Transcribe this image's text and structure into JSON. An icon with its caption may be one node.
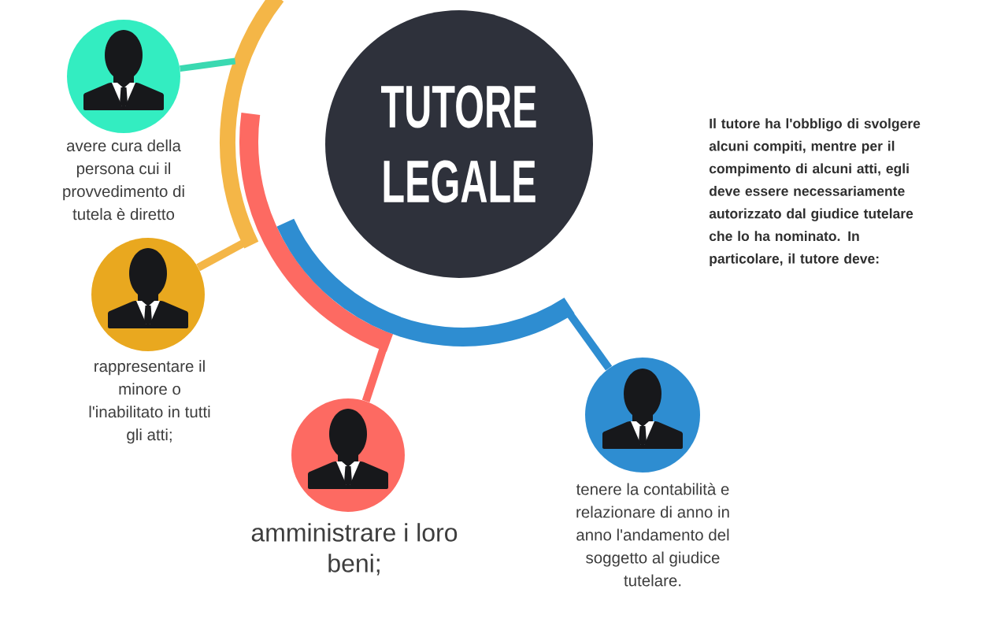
{
  "diagram": {
    "nodes": [
      {
        "text": [
          "TUTORE LEGALE"
        ]
      },
      {
        "text": [],
        "shape": "arc"
      },
      {
        "text": [],
        "shape": "arc"
      },
      {
        "text": [],
        "shape": "arc"
      },
      {
        "text": [],
        "shape": "circle",
        "beside": [
          "avere cura della persona cui il provvedimento di tutela è diretto"
        ]
      },
      {
        "text": [],
        "shape": "circle",
        "beside": [
          "rappresentare il minore o l'inabilitato in tutti gli atti;"
        ]
      },
      {
        "text": [],
        "shape": "circle",
        "beside": [
          "amministrare i loro beni;"
        ]
      },
      {
        "text": [],
        "shape": "circle",
        "beside": [
          "tenere la contabilità e relazionare di anno in anno l'andamento del soggetto al giudice tutelare."
        ]
      }
    ],
    "edges": [
      {
        "from": 1,
        "to": 4,
        "arrow": "none",
        "color": "#3ad9b1"
      },
      {
        "from": 1,
        "to": 5,
        "arrow": "none",
        "color": "#f4b647"
      },
      {
        "from": 2,
        "to": 6,
        "arrow": "none",
        "color": "#fd6a62"
      },
      {
        "from": 3,
        "to": 7,
        "arrow": "none",
        "color": "#2e8dd1"
      }
    ],
    "labels": [
      "Il tutore ha l'obbligo di svolgere alcuni compiti, mentre per il compimento di alcuni atti, egli deve essere necessariamente autorizzato dal giudice tutelare che lo ha nominato. In particolare, il tutore deve:"
    ]
  }
}
